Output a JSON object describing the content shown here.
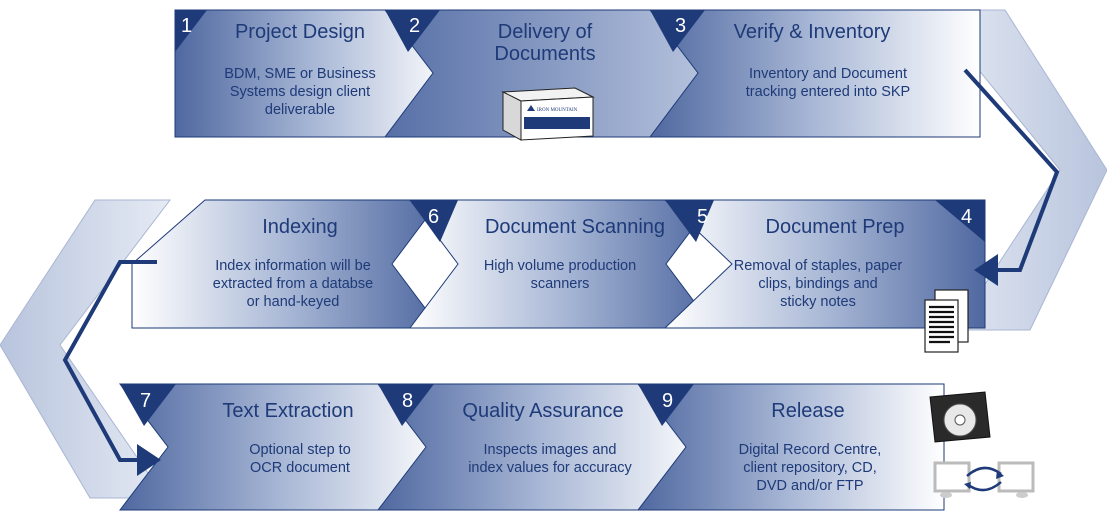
{
  "steps": [
    {
      "number": "1",
      "title": "Project Design",
      "desc": [
        "BDM, SME or Business",
        "Systems design client",
        "deliverable"
      ]
    },
    {
      "number": "2",
      "title": "Delivery of",
      "title2": "Documents",
      "desc": []
    },
    {
      "number": "3",
      "title": "Verify & Inventory",
      "desc": [
        "Inventory and Document",
        "tracking entered into SKP"
      ]
    },
    {
      "number": "4",
      "title": "Document Prep",
      "desc": [
        "Removal of staples, paper",
        "clips, bindings and",
        "sticky notes"
      ]
    },
    {
      "number": "5",
      "title": "Document Scanning",
      "desc": [
        "High volume production",
        "scanners"
      ]
    },
    {
      "number": "6",
      "title": "Indexing",
      "desc": [
        "Index information will be",
        "extracted from a databse",
        "or hand-keyed"
      ]
    },
    {
      "number": "7",
      "title": "Text Extraction",
      "desc": [
        "Optional step to",
        "OCR document"
      ]
    },
    {
      "number": "8",
      "title": "Quality Assurance",
      "desc": [
        "Inspects images and",
        "index values for accuracy"
      ]
    },
    {
      "number": "9",
      "title": "Release",
      "desc": [
        "Digital Record Centre,",
        "client repository, CD,",
        "DVD and/or FTP"
      ]
    }
  ],
  "box_logo_text": "IRON MOUNTAIN",
  "colors": {
    "dark_blue": "#1e3a78",
    "mid_blue": "#6f86b4",
    "pale_blue": "#dfe5f0",
    "chevron": "#c3cde2"
  }
}
